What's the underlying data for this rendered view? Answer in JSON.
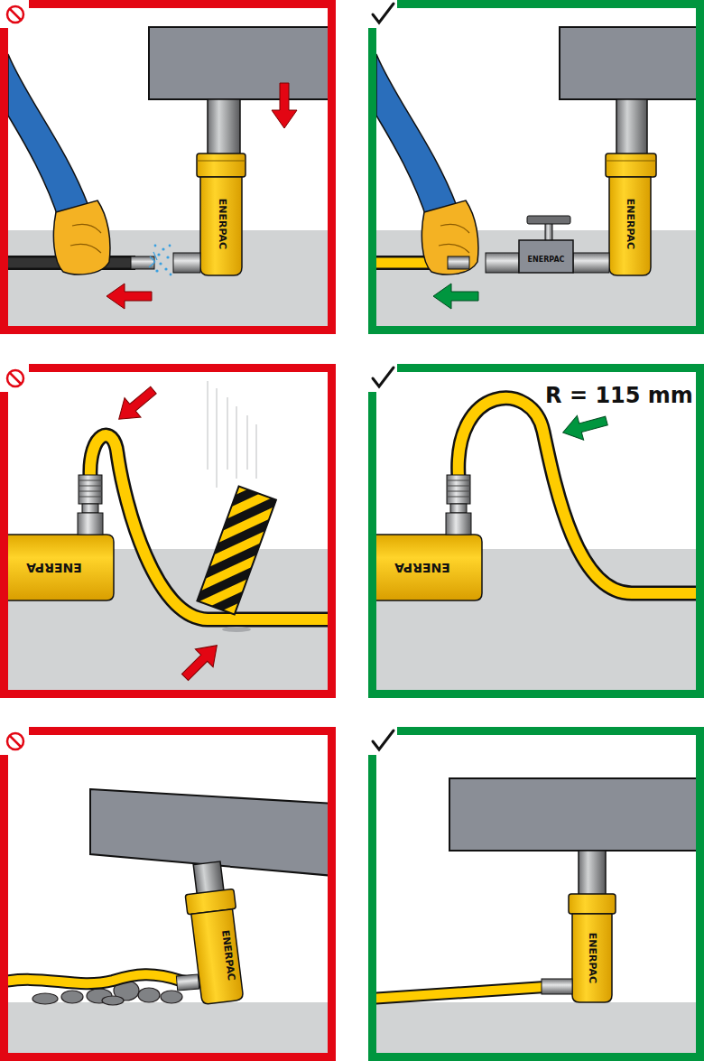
{
  "diagram": {
    "labels": [
      "ENERPAC",
      "ENERPAC",
      "ENERPAC",
      "ENERPA",
      "R = 115 mm",
      "ENERPA",
      "ENERPAC",
      "ENERPAC"
    ]
  }
}
